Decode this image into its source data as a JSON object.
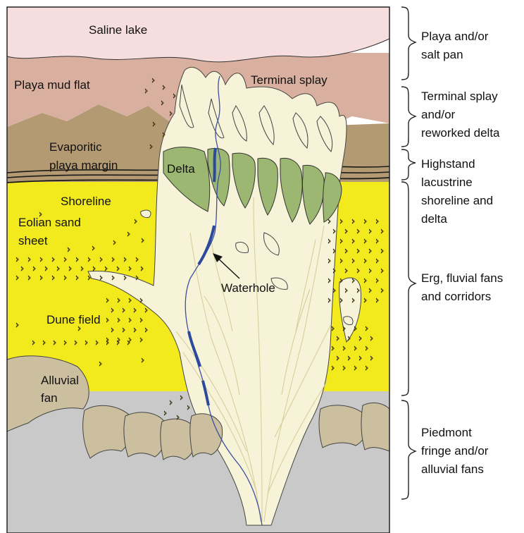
{
  "labels": {
    "saline_lake": "Saline lake",
    "playa_mud_flat": "Playa mud flat",
    "terminal_splay": "Terminal splay",
    "evaporitic_1": "Evaporitic",
    "evaporitic_2": "playa margin",
    "delta": "Delta",
    "shoreline": "Shoreline",
    "eolian_1": "Eolian sand",
    "eolian_2": "sheet",
    "waterhole": "Waterhole",
    "dune_field": "Dune field",
    "alluvial_1": "Alluvial",
    "alluvial_2": "fan"
  },
  "zones": [
    {
      "lines": [
        "Playa and/or",
        "salt pan"
      ]
    },
    {
      "lines": [
        "Terminal splay",
        "and/or",
        "reworked delta"
      ]
    },
    {
      "lines": [
        "Highstand",
        "lacustrine",
        "shoreline and",
        "delta"
      ]
    },
    {
      "lines": [
        "Erg, fluvial fans",
        "and corridors"
      ]
    },
    {
      "lines": [
        "Piedmont",
        "fringe and/or",
        "alluvial fans"
      ]
    }
  ],
  "colors": {
    "saline_lake": "#f7dede",
    "playa": "#d9b0a0",
    "evaporitic": "#b49a72",
    "erg": "#f2ea1c",
    "piedmont": "#c9c9c9",
    "splay": "#f7f3d8",
    "delta": "#9cb771",
    "fan": "#cbbf9f",
    "channel": "#2b4a9e"
  },
  "dune_glyph": "›"
}
